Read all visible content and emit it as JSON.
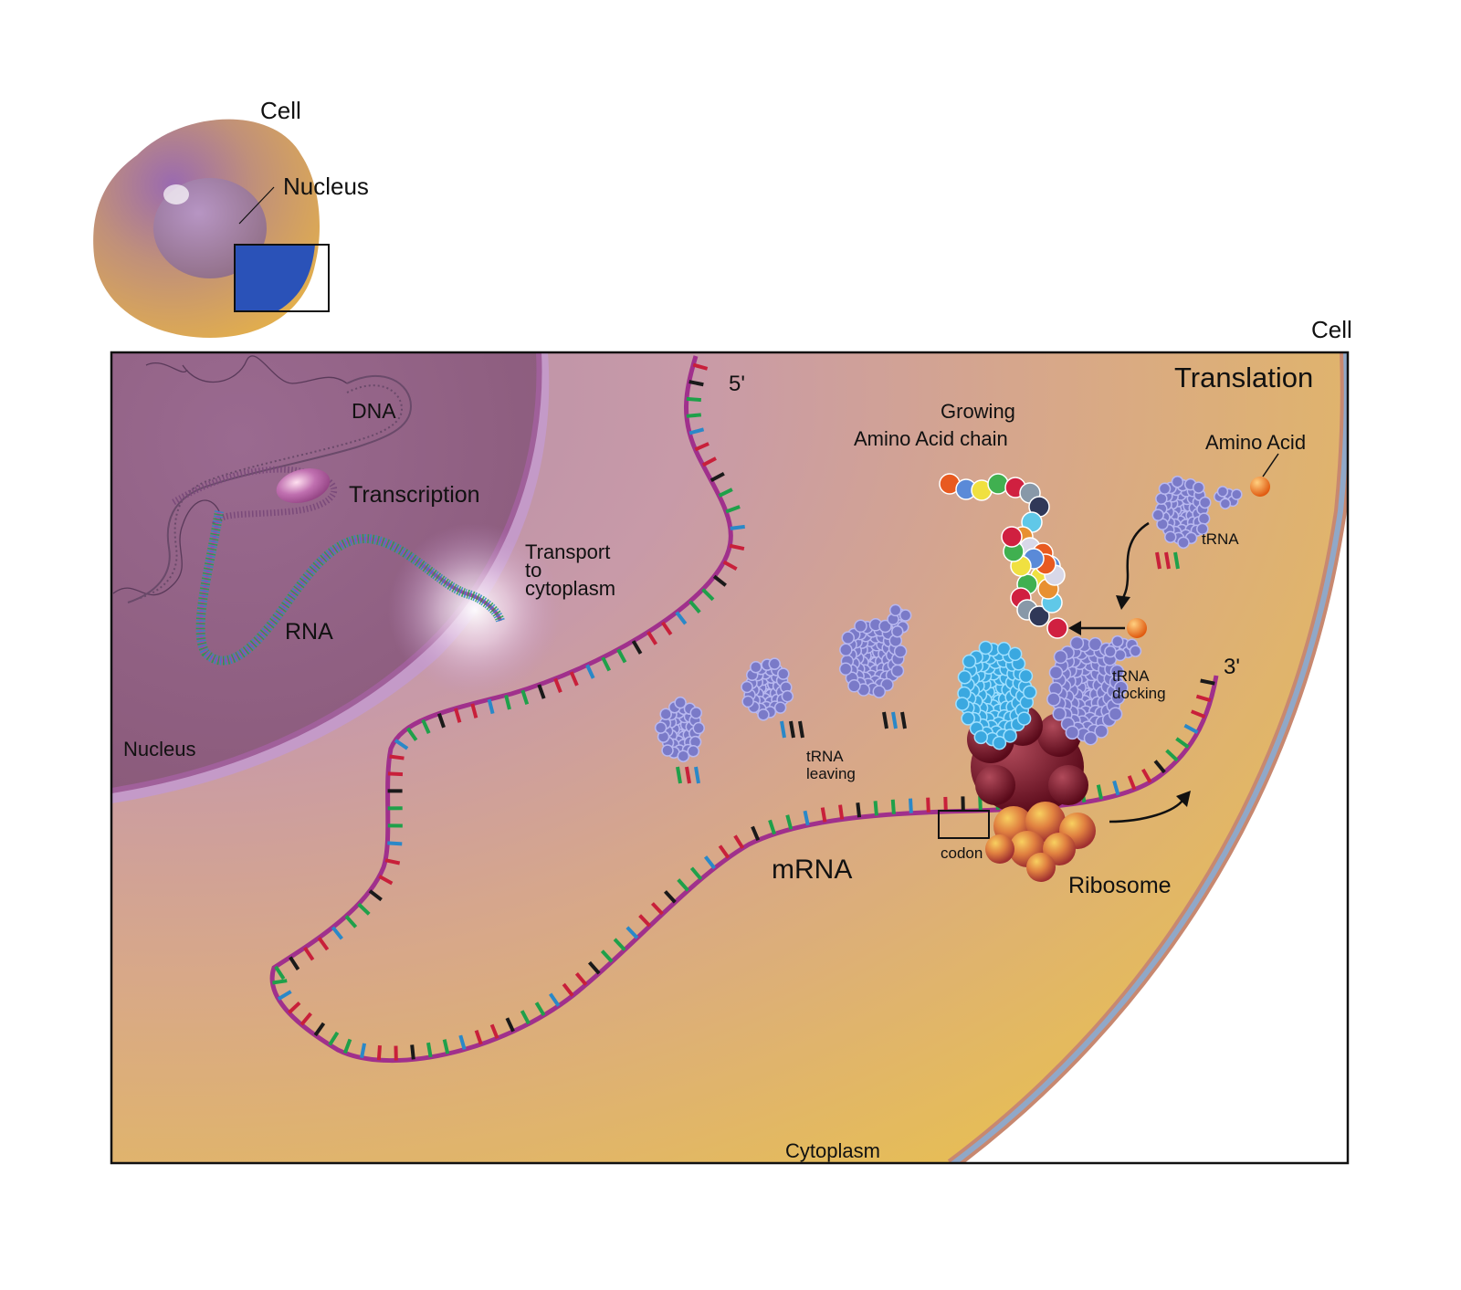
{
  "overview": {
    "cell_label": "Cell",
    "nucleus_label": "Nucleus"
  },
  "main": {
    "cell_label": "Cell",
    "translation_title": "Translation",
    "dna_label": "DNA",
    "transcription_label": "Transcription",
    "rna_label": "RNA",
    "transport_line1": "Transport",
    "transport_line2": "to",
    "transport_line3": "cytoplasm",
    "nucleus_label": "Nucleus",
    "five_prime": "5'",
    "three_prime": "3'",
    "growing_line1": "Growing",
    "growing_line2": "Amino Acid chain",
    "amino_acid_label": "Amino Acid",
    "trna_label": "tRNA",
    "trna_leaving_line1": "tRNA",
    "trna_leaving_line2": "leaving",
    "trna_docking_line1": "tRNA",
    "trna_docking_line2": "docking",
    "codon_label": "codon",
    "mrna_label": "mRNA",
    "ribosome_label": "Ribosome",
    "cytoplasm_label": "Cytoplasm"
  },
  "colors": {
    "nucleotide_red": "#c8203a",
    "nucleotide_blue": "#2a88c8",
    "nucleotide_green": "#1fa04a",
    "nucleotide_black": "#1a1a1a",
    "mrna_backbone": "#a0308c",
    "trna_purple": "#7a7ac8",
    "trna_blue": "#3aa8e0",
    "ribosome_dark": "#7a1a2a",
    "ribosome_light": "#e8a040",
    "cell_membrane": "#8aa0c0",
    "cytoplasm_gold": "#e8c050"
  }
}
